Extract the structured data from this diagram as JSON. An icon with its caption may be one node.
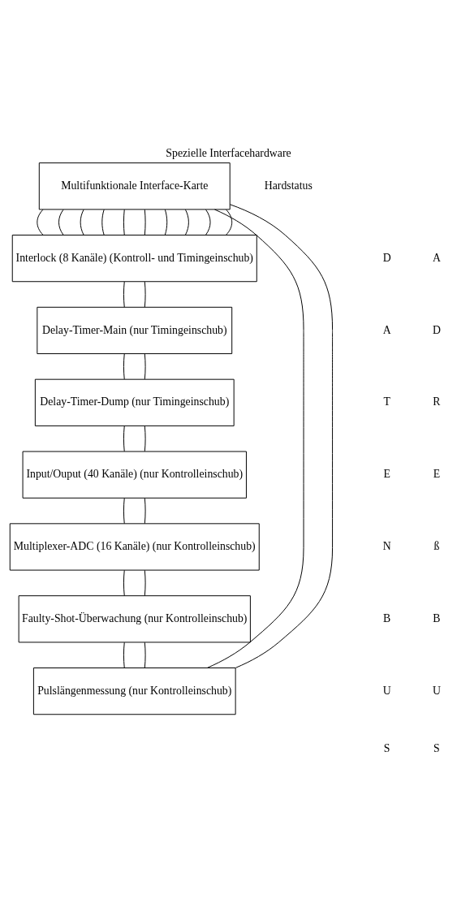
{
  "diagram": {
    "title": "Spezielle Interfacehardware",
    "nodes": [
      {
        "text": [
          "Multifunktionale Interface-Karte"
        ]
      },
      {
        "text": [
          "Interlock (8 Kanäle) (Kontroll- und Timingeinschub)"
        ]
      },
      {
        "text": [
          "Delay-Timer-Main (nur Timingeinschub)"
        ]
      },
      {
        "text": [
          "Delay-Timer-Dump (nur Timingeinschub)"
        ]
      },
      {
        "text": [
          "Input/Ouput (40 Kanäle) (nur Kontrolleinschub)"
        ]
      },
      {
        "text": [
          "Multiplexer-ADC (16 Kanäle) (nur Kontrolleinschub)"
        ]
      },
      {
        "text": [
          "Faulty-Shot-Überwachung (nur Kontrolleinschub)"
        ]
      },
      {
        "text": [
          "Pulslängenmessung (nur Kontrolleinschub)"
        ]
      }
    ],
    "edges": [
      {
        "from": 0,
        "to": 7,
        "arrow": "none"
      },
      {
        "from": 0,
        "to": 1,
        "arrow": "none"
      },
      {
        "from": 1,
        "to": 2,
        "arrow": "none"
      },
      {
        "from": 2,
        "to": 3,
        "arrow": "none"
      },
      {
        "from": 3,
        "to": 4,
        "arrow": "none"
      },
      {
        "from": 4,
        "to": 5,
        "arrow": "none"
      },
      {
        "from": 5,
        "to": 6,
        "arrow": "none"
      },
      {
        "from": 6,
        "to": 7,
        "arrow": "none"
      },
      {
        "from": 0,
        "to": 1,
        "arrow": "none"
      },
      {
        "from": 0,
        "to": 1,
        "arrow": "none"
      },
      {
        "from": 0,
        "to": 1,
        "arrow": "none"
      },
      {
        "from": 0,
        "to": 1,
        "arrow": "none"
      },
      {
        "from": 0,
        "to": 1,
        "arrow": "none"
      },
      {
        "from": 0,
        "to": 1,
        "arrow": "none"
      },
      {
        "from": 0,
        "to": 1,
        "arrow": "none"
      },
      {
        "from": 0,
        "to": 1,
        "arrow": "none"
      },
      {
        "from": 0,
        "to": 1,
        "arrow": "none"
      },
      {
        "from": 1,
        "to": 2,
        "arrow": "none"
      },
      {
        "from": 2,
        "to": 3,
        "arrow": "none"
      },
      {
        "from": 3,
        "to": 4,
        "arrow": "none"
      },
      {
        "from": 4,
        "to": 5,
        "arrow": "none"
      },
      {
        "from": 5,
        "to": 6,
        "arrow": "none"
      },
      {
        "from": 6,
        "to": 7,
        "arrow": "none"
      },
      {
        "from": 0,
        "to": 7,
        "arrow": "none"
      }
    ],
    "labels": [
      "Hardstatus",
      "D",
      "A",
      "A",
      "D",
      "T",
      "R",
      "E",
      "E",
      "N",
      "ß",
      "B",
      "B",
      "U",
      "U",
      "S",
      "S"
    ]
  }
}
